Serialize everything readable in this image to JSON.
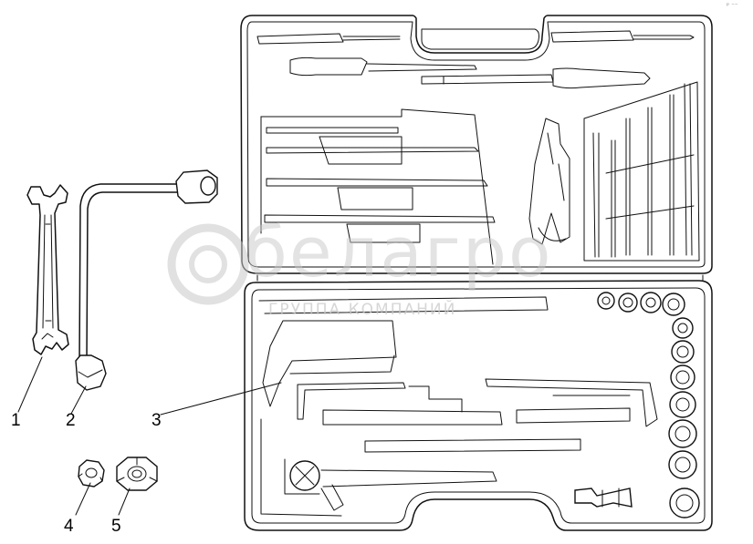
{
  "diagram": {
    "callouts": [
      "1",
      "2",
      "3",
      "4",
      "5"
    ],
    "watermark": {
      "brand": "белагро",
      "subtitle": "ГРУППА КОМПАНИЙ"
    },
    "corner_mark": "ᵖ ⁻⁻",
    "colors": {
      "line": "#111111",
      "background": "#ffffff",
      "watermark": "#c9c9c9"
    }
  }
}
